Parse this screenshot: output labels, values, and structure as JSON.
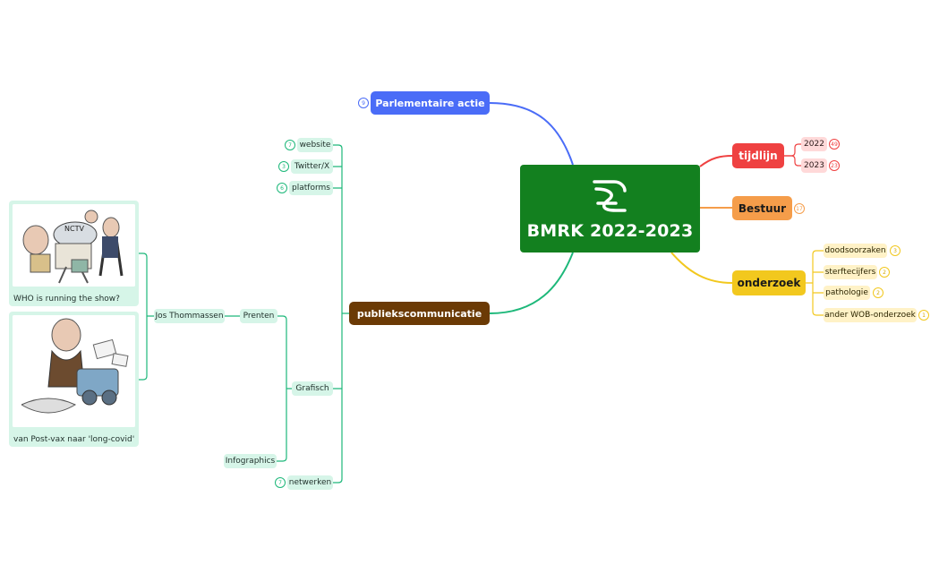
{
  "colors": {
    "green_main": "#13801f",
    "blue": "#4a6cf7",
    "brown": "#6b3a05",
    "red": "#ef4141",
    "orange": "#f59d4a",
    "yellow": "#f2c81e",
    "teal_line": "#1db87a"
  },
  "central": {
    "title": "BMRK 2022-2023",
    "logo": "dna-logo-icon"
  },
  "parlementaire": {
    "label": "Parlementaire actie",
    "count": "9"
  },
  "tijdlijn": {
    "label": "tijdlijn",
    "years": [
      {
        "label": "2022",
        "count": "49"
      },
      {
        "label": "2023",
        "count": "23"
      }
    ]
  },
  "bestuur": {
    "label": "Bestuur",
    "count": "17"
  },
  "onderzoek": {
    "label": "onderzoek",
    "items": [
      {
        "label": "doodsoorzaken",
        "count": "3"
      },
      {
        "label": "sterftecijfers",
        "count": "2"
      },
      {
        "label": "pathologie",
        "count": "2"
      },
      {
        "label": "ander WOB-onderzoek",
        "count": "1"
      }
    ]
  },
  "publiek": {
    "label": "publiekscommunicatie",
    "items": [
      {
        "label": "website",
        "count": "7"
      },
      {
        "label": "Twitter/X",
        "count": "3"
      },
      {
        "label": "platforms",
        "count": "6"
      }
    ],
    "grafisch": "Grafisch",
    "prenten": "Prenten",
    "author": "Jos Thommassen",
    "infographics": "Infographics",
    "netwerken": {
      "label": "netwerken",
      "count": "7"
    },
    "cartoons": [
      {
        "caption": "WHO is running the show?",
        "sign": "NCTV"
      },
      {
        "caption": "van Post-vax naar 'long-covid'",
        "sign": ""
      }
    ]
  }
}
